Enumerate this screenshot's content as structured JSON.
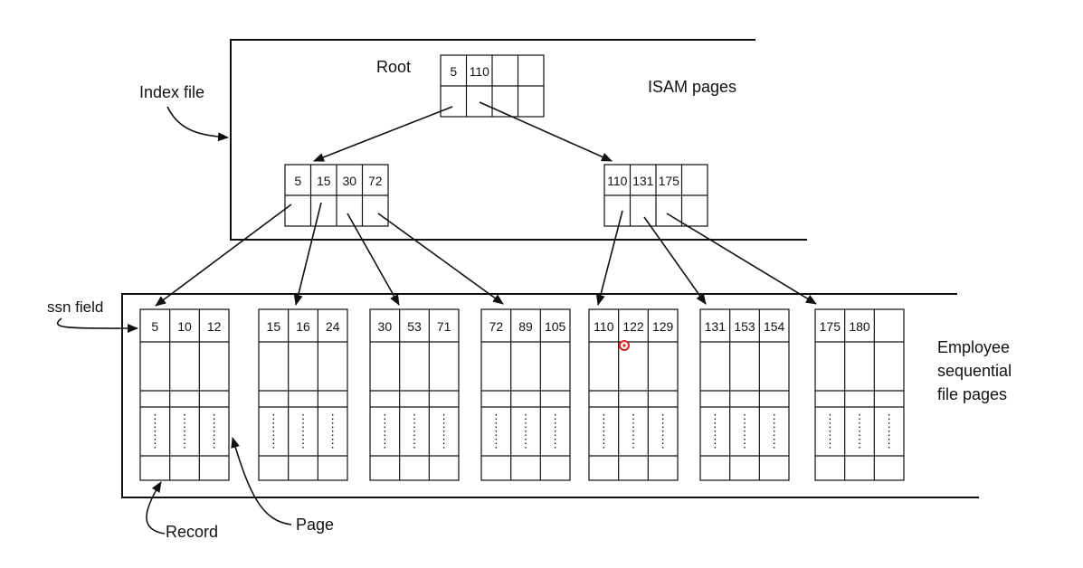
{
  "labels": {
    "index_file": "Index file",
    "root": "Root",
    "isam_pages": "ISAM pages",
    "ssn_field": "ssn field",
    "employee_line1": "Employee",
    "employee_line2": "sequential",
    "employee_line3": "file pages",
    "record": "Record",
    "page": "Page"
  },
  "index": {
    "root": [
      "5",
      "110",
      "",
      ""
    ],
    "level1": [
      [
        "5",
        "15",
        "30",
        "72"
      ],
      [
        "110",
        "131",
        "175",
        ""
      ]
    ]
  },
  "data_pages": [
    [
      "5",
      "10",
      "12"
    ],
    [
      "15",
      "16",
      "24"
    ],
    [
      "30",
      "53",
      "71"
    ],
    [
      "72",
      "89",
      "105"
    ],
    [
      "110",
      "122",
      "129"
    ],
    [
      "131",
      "153",
      "154"
    ],
    [
      "175",
      "180",
      ""
    ]
  ],
  "colors": {
    "ink": "#111111",
    "cursor": "#e02020"
  }
}
